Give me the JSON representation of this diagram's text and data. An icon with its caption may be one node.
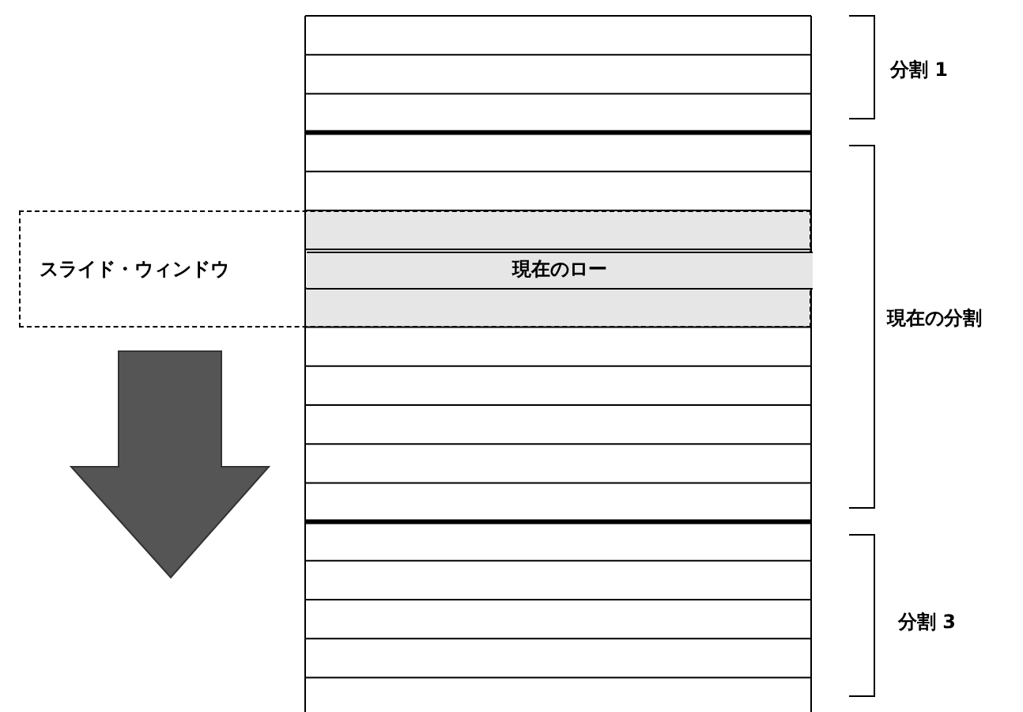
{
  "diagram": {
    "nodes": [
      {
        "text": [
          "スライド・ウィンドウ"
        ]
      },
      {
        "text": [
          "現在のロー"
        ],
        "in": 0
      }
    ],
    "edges": [],
    "labels": [
      "分割 1",
      "現在の分割",
      "分割 3"
    ]
  }
}
